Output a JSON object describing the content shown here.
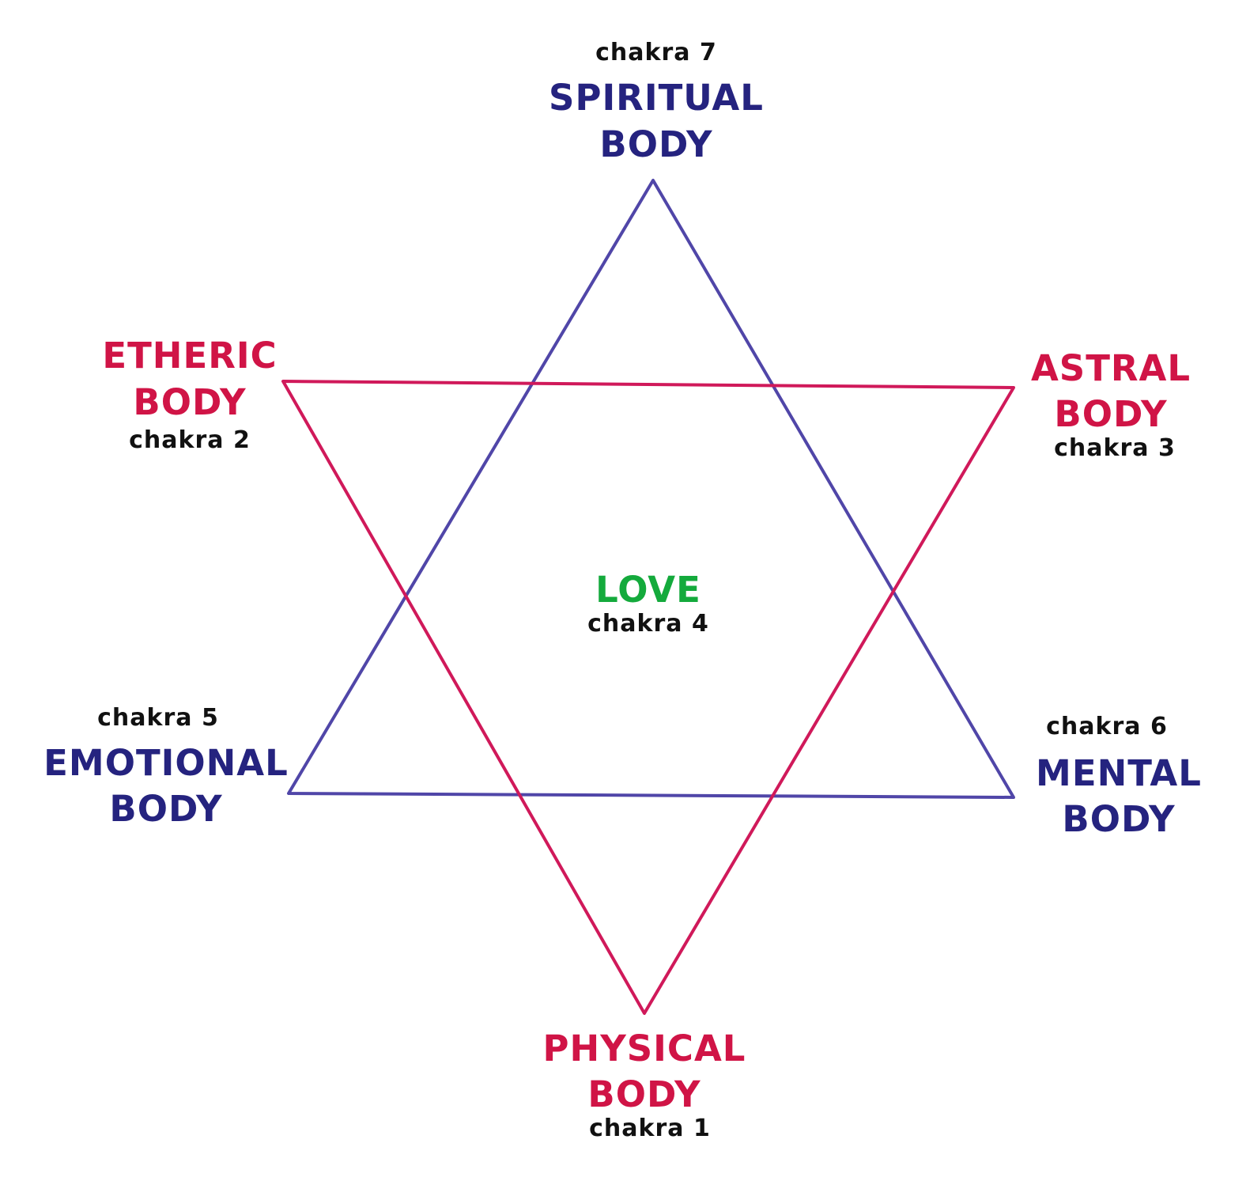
{
  "colors": {
    "upward_triangle": "#5046a8",
    "downward_triangle": "#d0195a",
    "blue_text": "#25237f",
    "red_text": "#d01446",
    "green_text": "#14aa3c",
    "chakra_text": "#111111",
    "background": "#ffffff"
  },
  "shapes": {
    "upward_triangle": "upward-pointing triangle (spiritual, emotional, mental)",
    "downward_triangle": "downward-pointing triangle (etheric, astral, physical)"
  },
  "nodes": {
    "spiritual": {
      "chakra": "chakra 7",
      "line1": "SPIRITUAL",
      "line2": "BODY"
    },
    "etheric": {
      "chakra": "chakra 2",
      "line1": "ETHERIC",
      "line2": "BODY"
    },
    "astral": {
      "chakra": "chakra 3",
      "line1": "ASTRAL",
      "line2": "BODY"
    },
    "love": {
      "chakra": "chakra 4",
      "line1": "LOVE"
    },
    "emotional": {
      "chakra": "chakra 5",
      "line1": "EMOTIONAL",
      "line2": "BODY"
    },
    "mental": {
      "chakra": "chakra 6",
      "line1": "MENTAL",
      "line2": "BODY"
    },
    "physical": {
      "chakra": "chakra 1",
      "line1": "PHYSICAL",
      "line2": "BODY"
    }
  }
}
